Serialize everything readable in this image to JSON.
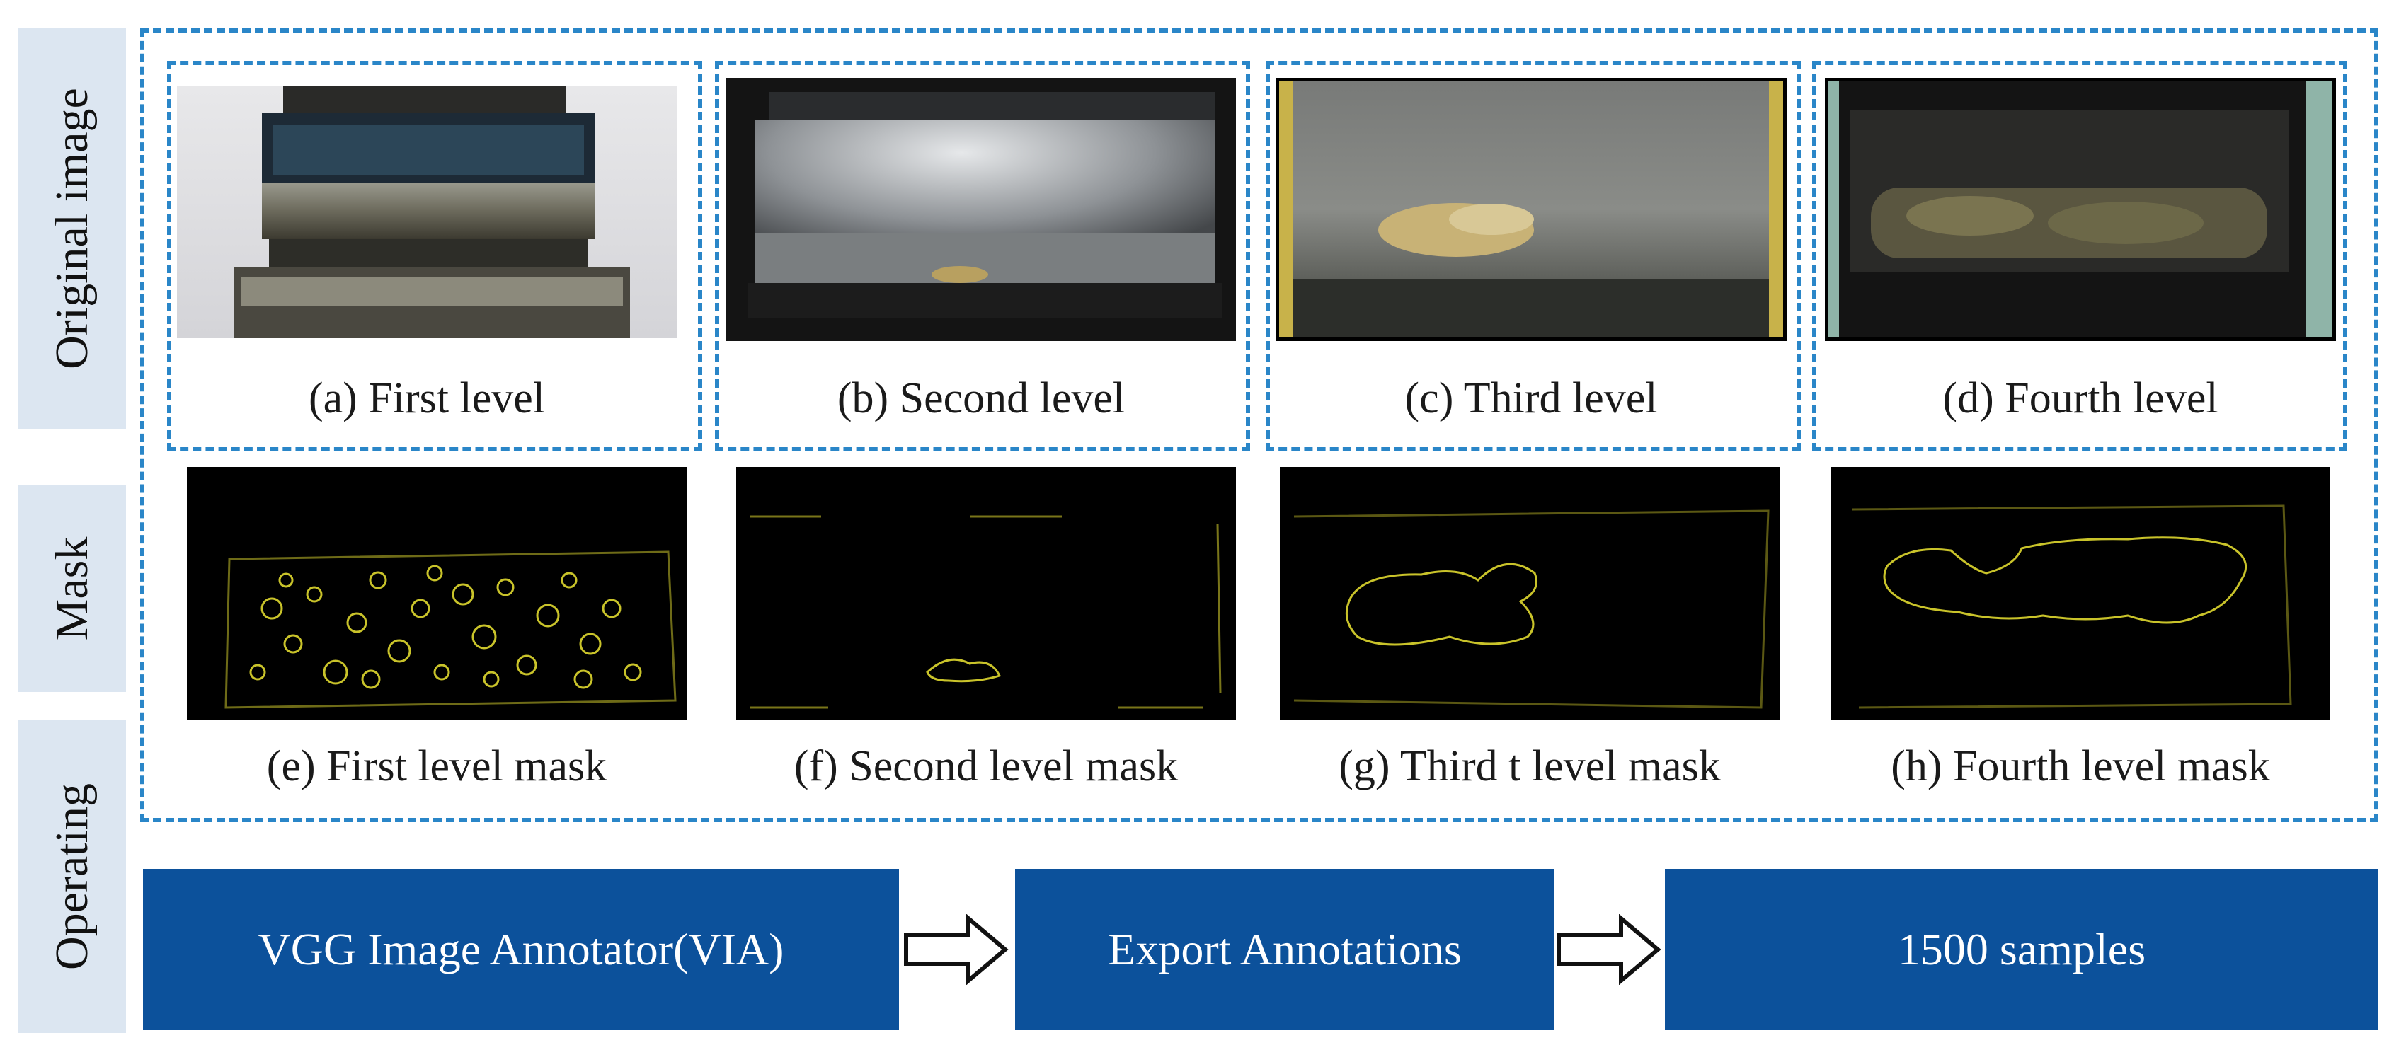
{
  "row_labels": {
    "original": "Original image",
    "mask": "Mask",
    "operating": "Operating"
  },
  "originals": [
    {
      "caption": "(a) First level"
    },
    {
      "caption": "(b) Second level"
    },
    {
      "caption": "(c) Third level"
    },
    {
      "caption": "(d) Fourth level"
    }
  ],
  "masks": [
    {
      "caption": "(e) First level mask"
    },
    {
      "caption": "(f) Second level mask"
    },
    {
      "caption": "(g) Third t level mask"
    },
    {
      "caption": "(h) Fourth level mask"
    }
  ],
  "workflow": {
    "steps": [
      "VGG Image Annotator(VIA)",
      "Export Annotations",
      "1500 samples"
    ],
    "colors": {
      "step_fill": "#0c519b",
      "dash": "#2a86c8",
      "label_bg": "#dce6f1",
      "mask_outline": "#c9c32a"
    }
  }
}
